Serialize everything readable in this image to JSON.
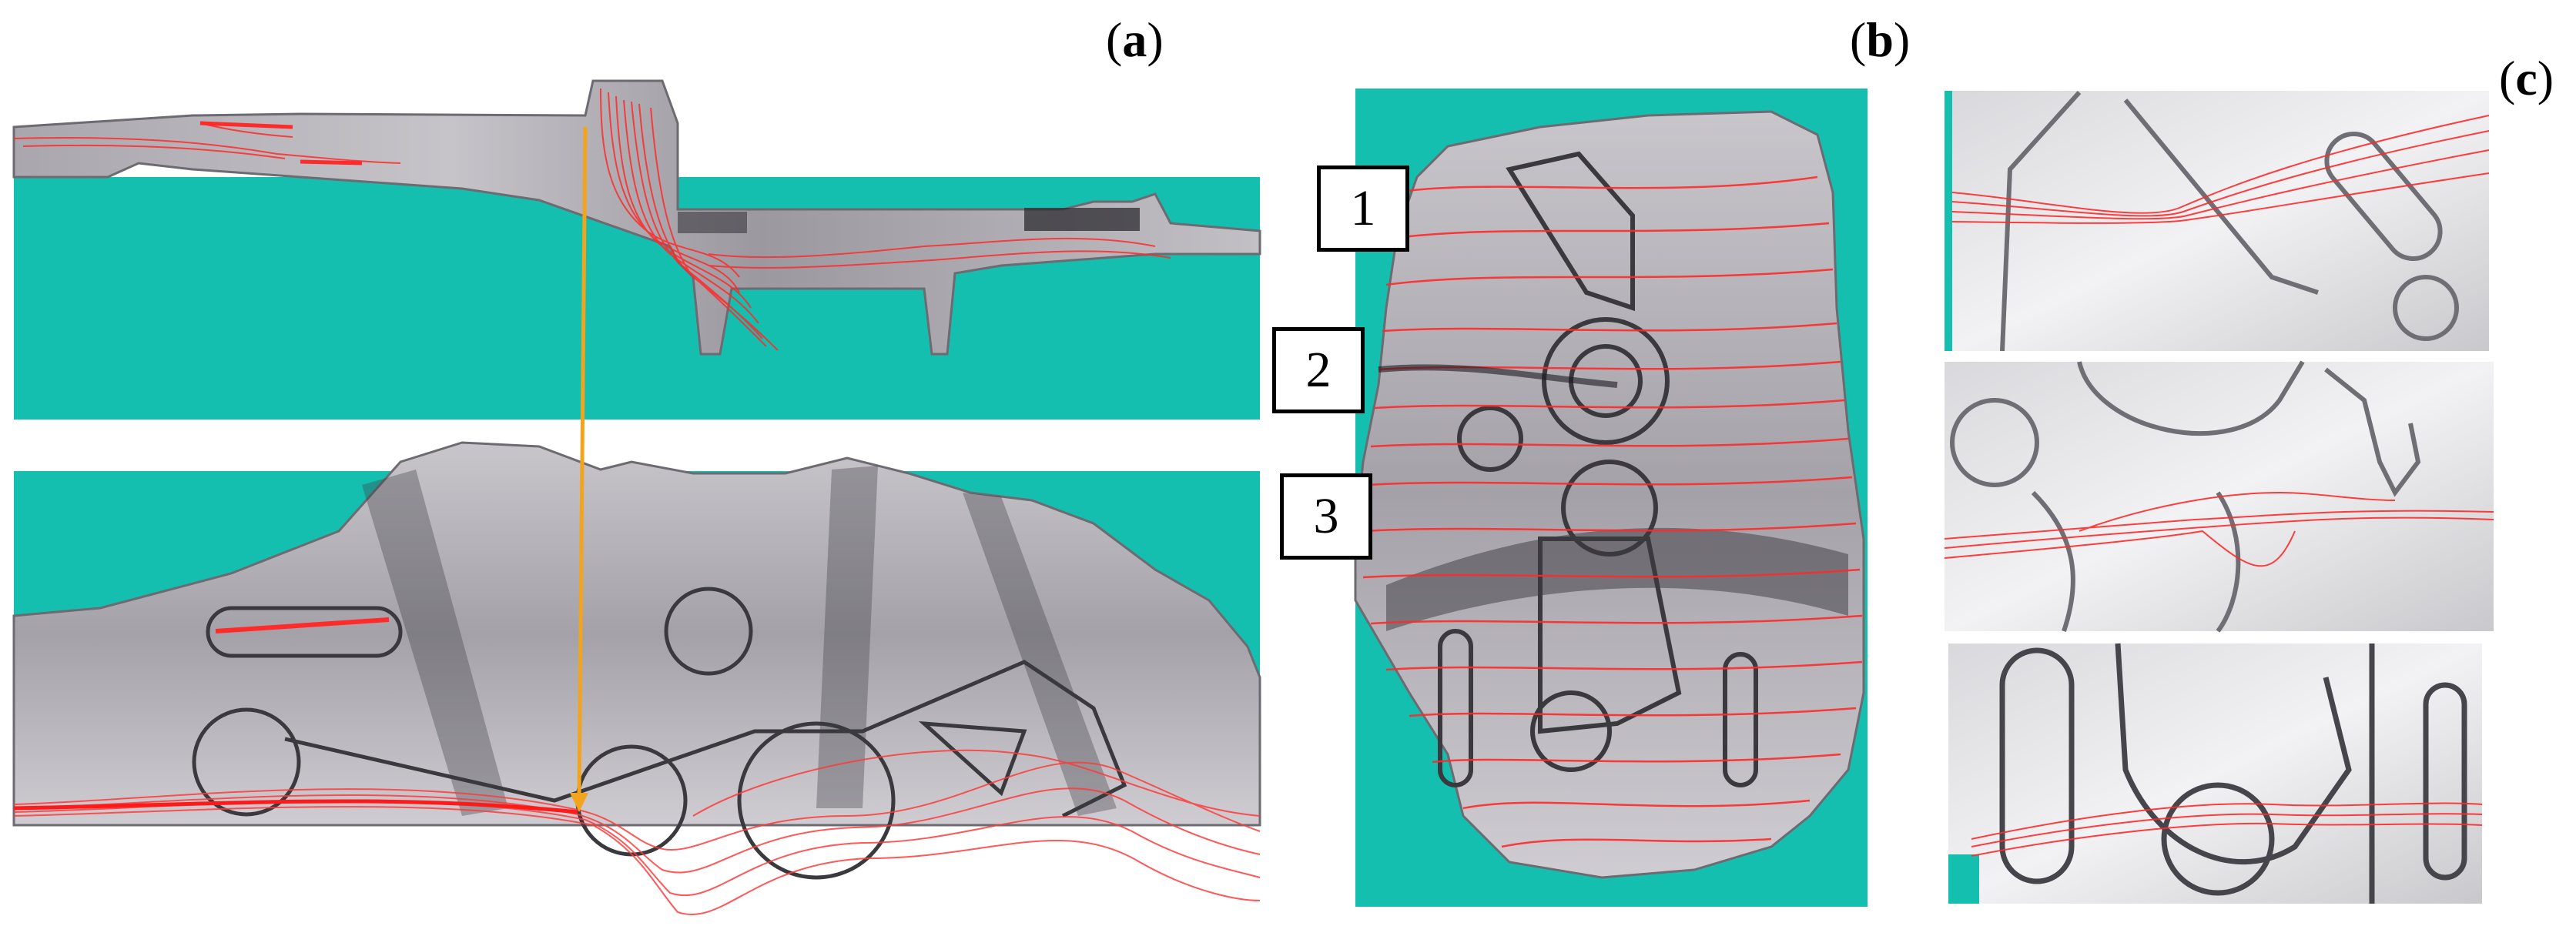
{
  "labels": {
    "a": "a",
    "b": "b",
    "c": "c"
  },
  "sections": [
    "1",
    "2",
    "3"
  ],
  "colors": {
    "die": "#14bfb0",
    "sheet": "#b8b6bb",
    "sheet_dark": "#5d5c62",
    "flow_line": "#ff2a2a",
    "arrow": "#f2a41e"
  }
}
